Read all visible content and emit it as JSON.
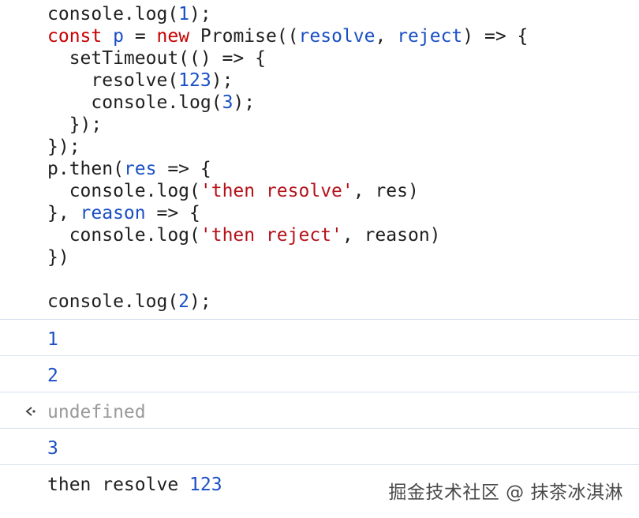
{
  "code_lines": [
    [
      {
        "t": "console.log(",
        "c": "plain"
      },
      {
        "t": "1",
        "c": "num"
      },
      {
        "t": ");",
        "c": "plain"
      }
    ],
    [
      {
        "t": "const",
        "c": "kw"
      },
      {
        "t": " ",
        "c": "plain"
      },
      {
        "t": "p",
        "c": "var"
      },
      {
        "t": " = ",
        "c": "plain"
      },
      {
        "t": "new",
        "c": "kw"
      },
      {
        "t": " Promise((",
        "c": "plain"
      },
      {
        "t": "resolve",
        "c": "var"
      },
      {
        "t": ", ",
        "c": "plain"
      },
      {
        "t": "reject",
        "c": "var"
      },
      {
        "t": ") => {",
        "c": "plain"
      }
    ],
    [
      {
        "t": "  setTimeout(() => {",
        "c": "plain"
      }
    ],
    [
      {
        "t": "    resolve(",
        "c": "plain"
      },
      {
        "t": "123",
        "c": "num"
      },
      {
        "t": ");",
        "c": "plain"
      }
    ],
    [
      {
        "t": "    console.log(",
        "c": "plain"
      },
      {
        "t": "3",
        "c": "num"
      },
      {
        "t": ");",
        "c": "plain"
      }
    ],
    [
      {
        "t": "  });",
        "c": "plain"
      }
    ],
    [
      {
        "t": "});",
        "c": "plain"
      }
    ],
    [
      {
        "t": "p.then(",
        "c": "plain"
      },
      {
        "t": "res",
        "c": "var"
      },
      {
        "t": " => {",
        "c": "plain"
      }
    ],
    [
      {
        "t": "  console.log(",
        "c": "plain"
      },
      {
        "t": "'then resolve'",
        "c": "str"
      },
      {
        "t": ", res)",
        "c": "plain"
      }
    ],
    [
      {
        "t": "}, ",
        "c": "plain"
      },
      {
        "t": "reason",
        "c": "var"
      },
      {
        "t": " => {",
        "c": "plain"
      }
    ],
    [
      {
        "t": "  console.log(",
        "c": "plain"
      },
      {
        "t": "'then reject'",
        "c": "str"
      },
      {
        "t": ", reason)",
        "c": "plain"
      }
    ],
    [
      {
        "t": "})",
        "c": "plain"
      }
    ],
    [
      {
        "t": "",
        "c": "plain"
      }
    ],
    [
      {
        "t": "console.log(",
        "c": "plain"
      },
      {
        "t": "2",
        "c": "num"
      },
      {
        "t": ");",
        "c": "plain"
      }
    ]
  ],
  "console_output": {
    "row1": "1",
    "row2": "2",
    "row3": "undefined",
    "row4": "3",
    "row5_text": "then resolve ",
    "row5_value": "123"
  },
  "watermark": "掘金技术社区 @ 抹茶冰淇淋",
  "colors": {
    "keyword": "#c80000",
    "number": "#1a4fc4",
    "string": "#b5121b",
    "separator": "#d6e2f0"
  }
}
